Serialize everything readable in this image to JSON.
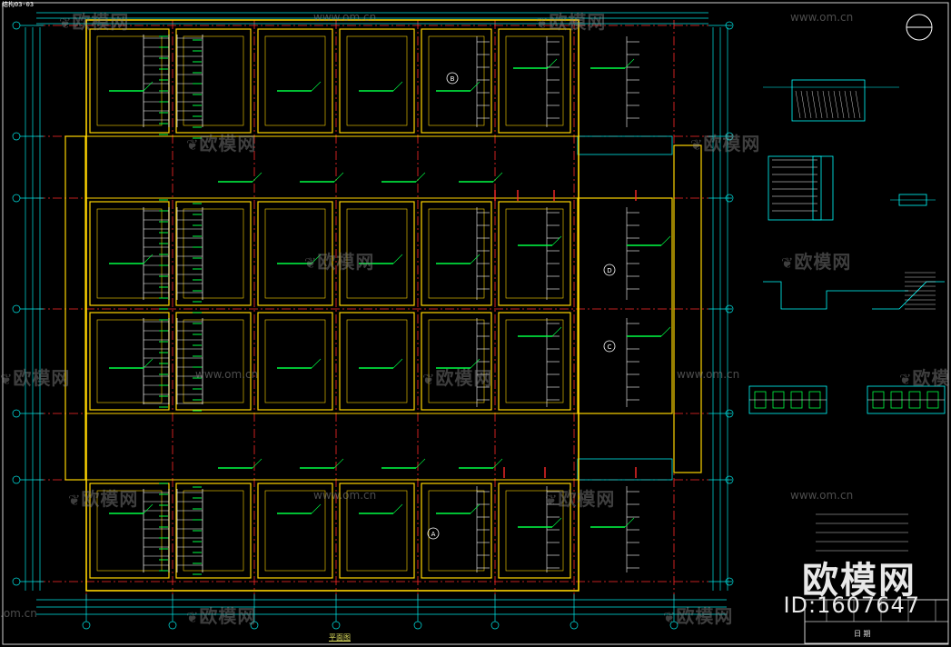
{
  "drawing": {
    "corner_tag": "结构03-03",
    "plan_caption": "平面图",
    "axis_labels": [
      "B",
      "D",
      "C",
      "A"
    ],
    "title_block": {
      "cell_label": "日 期"
    }
  },
  "watermarks": {
    "brand_cn": "欧模网",
    "site": "www.om.cn",
    "site_short": ".om.cn"
  },
  "brand": {
    "name": "欧模网",
    "id": "ID:1607647"
  },
  "colors": {
    "background": "#000000",
    "wall": "#ffd400",
    "grid_axis": "#ff2a2a",
    "dimension": "#00e5e5",
    "annotation": "#00ff44",
    "rebar": "#ffffff",
    "detail_line": "#00ffff"
  }
}
